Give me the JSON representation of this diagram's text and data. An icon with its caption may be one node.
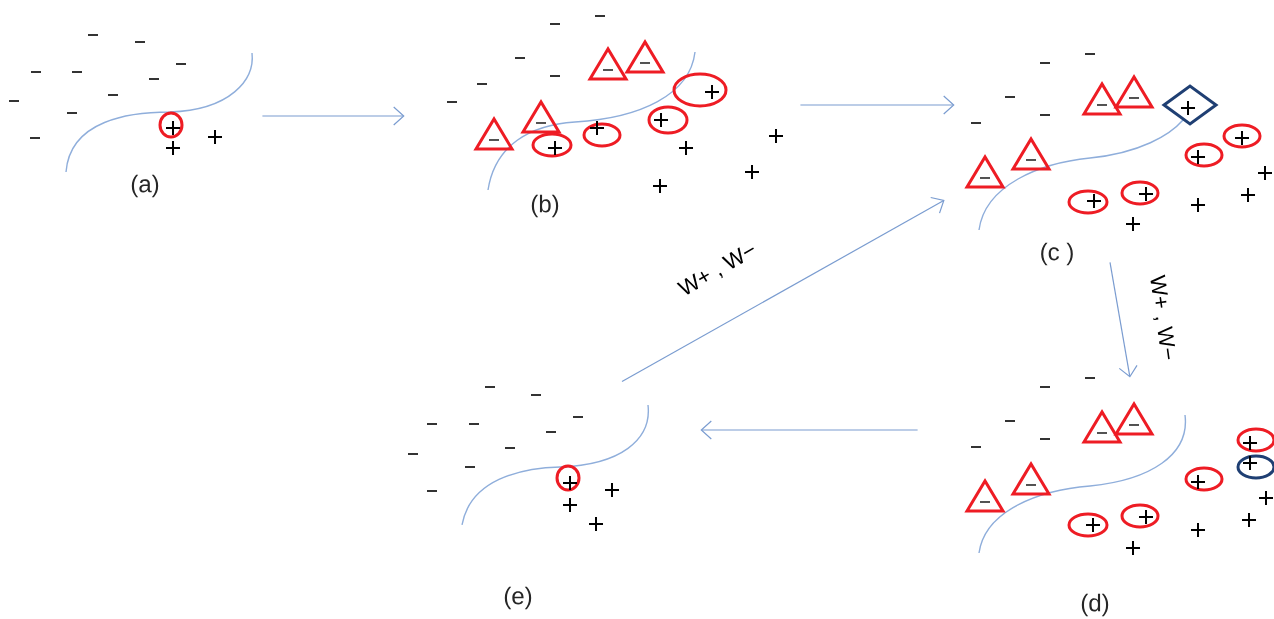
{
  "diagram": {
    "nodes": [
      {
        "text": [
          "(a)"
        ]
      },
      {
        "text": [
          "(b)"
        ]
      },
      {
        "text": [
          "(c )"
        ]
      },
      {
        "text": [
          "(d)"
        ]
      },
      {
        "text": [
          "(e)"
        ]
      }
    ],
    "edges": [
      {
        "from": 0,
        "to": 1,
        "arrow": "to"
      },
      {
        "from": 1,
        "to": 2,
        "arrow": "to"
      },
      {
        "from": 2,
        "to": 3,
        "arrow": "to",
        "label": "W+ , W−"
      },
      {
        "from": 3,
        "to": 4,
        "arrow": "to"
      },
      {
        "from": 4,
        "to": 2,
        "arrow": "to",
        "label": "W+ , W−"
      }
    ]
  }
}
